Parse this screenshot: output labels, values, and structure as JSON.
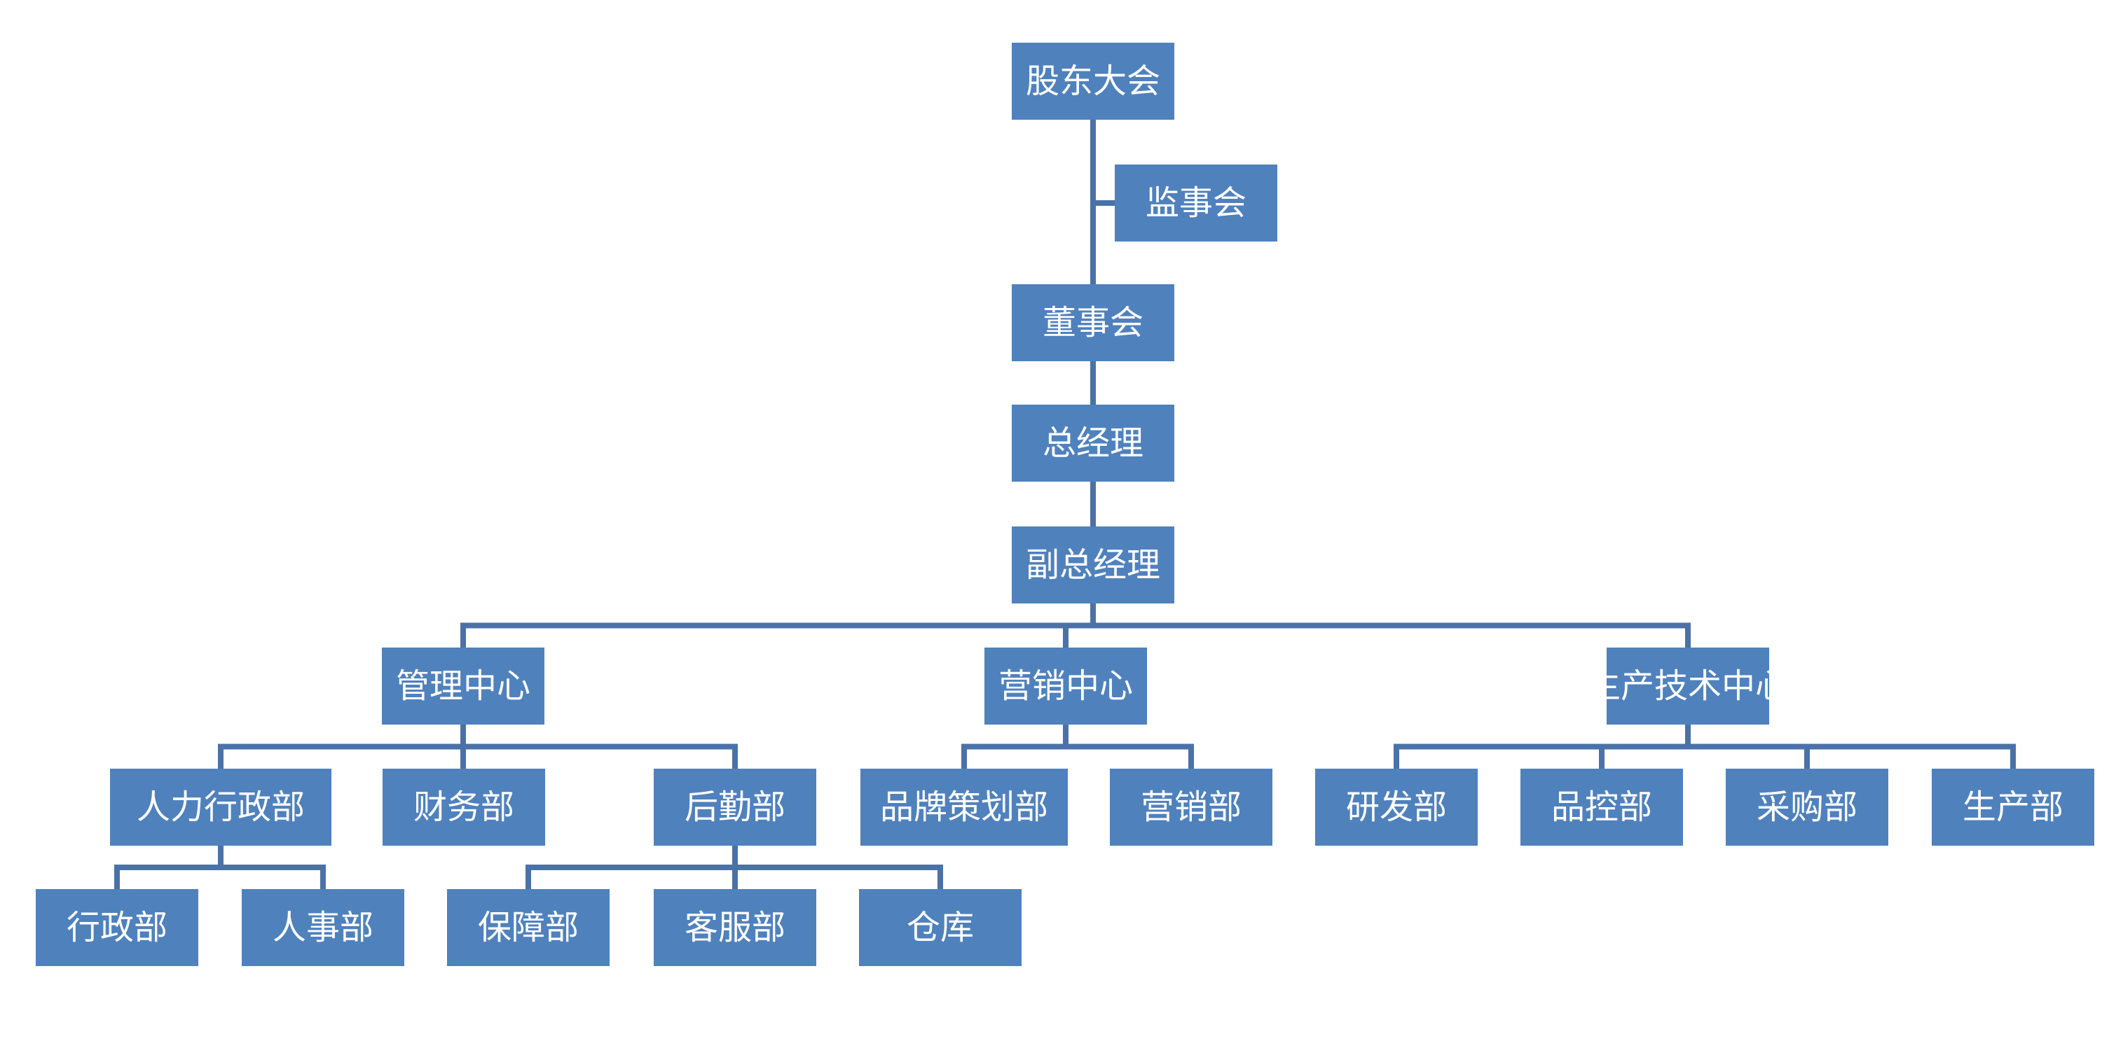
{
  "colors": {
    "box": "#4F81BD",
    "line": "#4A72A8",
    "text": "#FFFFFF",
    "background": "#FFFFFF"
  },
  "nodes": [
    {
      "id": "shareholders-meeting",
      "label": "股东大会"
    },
    {
      "id": "supervisory-board",
      "label": "监事会"
    },
    {
      "id": "board-of-directors",
      "label": "董事会"
    },
    {
      "id": "general-manager",
      "label": "总经理"
    },
    {
      "id": "deputy-general-manager",
      "label": "副总经理"
    },
    {
      "id": "management-center",
      "label": "管理中心"
    },
    {
      "id": "marketing-center",
      "label": "营销中心"
    },
    {
      "id": "production-tech-center",
      "label": "生产技术中心"
    },
    {
      "id": "hr-admin-dept",
      "label": "人力行政部"
    },
    {
      "id": "finance-dept",
      "label": "财务部"
    },
    {
      "id": "logistics-dept",
      "label": "后勤部"
    },
    {
      "id": "brand-planning-dept",
      "label": "品牌策划部"
    },
    {
      "id": "marketing-dept",
      "label": "营销部"
    },
    {
      "id": "rd-dept",
      "label": "研发部"
    },
    {
      "id": "quality-control-dept",
      "label": "品控部"
    },
    {
      "id": "procurement-dept",
      "label": "采购部"
    },
    {
      "id": "production-dept",
      "label": "生产部"
    },
    {
      "id": "admin-dept",
      "label": "行政部"
    },
    {
      "id": "personnel-dept",
      "label": "人事部"
    },
    {
      "id": "support-dept",
      "label": "保障部"
    },
    {
      "id": "customer-service-dept",
      "label": "客服部"
    },
    {
      "id": "warehouse",
      "label": "仓库"
    }
  ],
  "edges": [
    {
      "from": "shareholders-meeting",
      "to": "board-of-directors"
    },
    {
      "from": "shareholders-meeting",
      "to": "supervisory-board"
    },
    {
      "from": "board-of-directors",
      "to": "general-manager"
    },
    {
      "from": "general-manager",
      "to": "deputy-general-manager"
    },
    {
      "from": "deputy-general-manager",
      "to": "management-center"
    },
    {
      "from": "deputy-general-manager",
      "to": "marketing-center"
    },
    {
      "from": "deputy-general-manager",
      "to": "production-tech-center"
    },
    {
      "from": "management-center",
      "to": "hr-admin-dept"
    },
    {
      "from": "management-center",
      "to": "finance-dept"
    },
    {
      "from": "management-center",
      "to": "logistics-dept"
    },
    {
      "from": "marketing-center",
      "to": "brand-planning-dept"
    },
    {
      "from": "marketing-center",
      "to": "marketing-dept"
    },
    {
      "from": "production-tech-center",
      "to": "rd-dept"
    },
    {
      "from": "production-tech-center",
      "to": "quality-control-dept"
    },
    {
      "from": "production-tech-center",
      "to": "procurement-dept"
    },
    {
      "from": "production-tech-center",
      "to": "production-dept"
    },
    {
      "from": "hr-admin-dept",
      "to": "admin-dept"
    },
    {
      "from": "hr-admin-dept",
      "to": "personnel-dept"
    },
    {
      "from": "logistics-dept",
      "to": "support-dept"
    },
    {
      "from": "logistics-dept",
      "to": "customer-service-dept"
    },
    {
      "from": "logistics-dept",
      "to": "warehouse"
    }
  ]
}
